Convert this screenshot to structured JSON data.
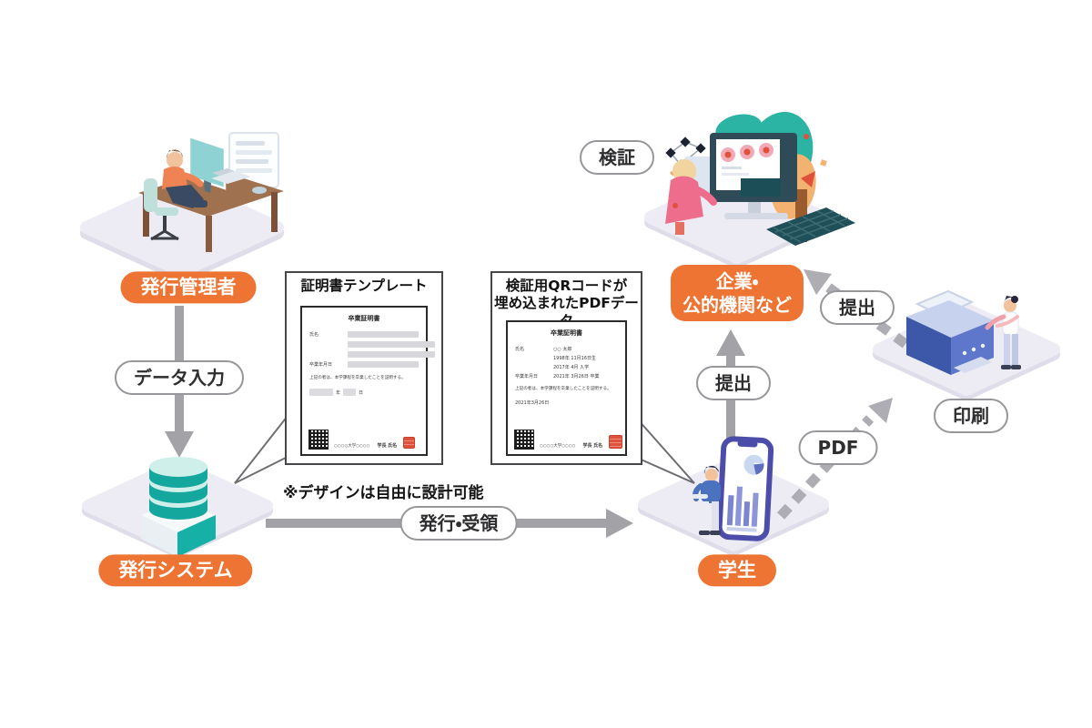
{
  "colors": {
    "accent_orange": "#EE7434",
    "arrow_gray": "#A3A2A7",
    "platform_lavender": "#EDECF4",
    "database_teal": "#15A89E",
    "phone_purple": "#4B4DA9",
    "printer_blue": "#5E77CB",
    "stamp_red": "#E0513C"
  },
  "labels": {
    "admin": "発行管理者",
    "system": "発行システム",
    "student": "学生",
    "company_line1": "企業・",
    "company_line2": "公的機関など",
    "verify": "検証",
    "data_input": "データ入力",
    "issue_receive": "発行・受領",
    "submit_to_company": "提出",
    "submit_printed": "提出",
    "pdf": "PDF",
    "print": "印刷"
  },
  "template_doc": {
    "title": "証明書テンプレート",
    "design_note": "※デザインは自由に設計可能",
    "cert": {
      "heading": "卒業証明書",
      "name_label": "氏名",
      "grad_label": "卒業年月日",
      "statement": "上記の者は、本学課程を卒業したことを証明する。",
      "date_year": "年",
      "date_day": "日",
      "org": "○○○○大学○○○○",
      "signer": "学長 氏名"
    }
  },
  "pdf_doc": {
    "title_line1": "検証用QRコードが",
    "title_line2": "埋め込まれたPDFデータ",
    "cert": {
      "heading": "卒業証明書",
      "name_label": "氏名",
      "name_value": "○○ 太郎",
      "birth_line": "1998年 11月16日生",
      "admission_line": "2017年 4月 入学",
      "grad_label": "卒業年月日",
      "grad_value": "2021年 3月26日 卒業",
      "statement": "上記の者は、本学課程を卒業したことを証明する。",
      "issue_date": "2021年3月26日",
      "org": "○○○○大学○○○○",
      "signer": "学長 氏名"
    }
  }
}
